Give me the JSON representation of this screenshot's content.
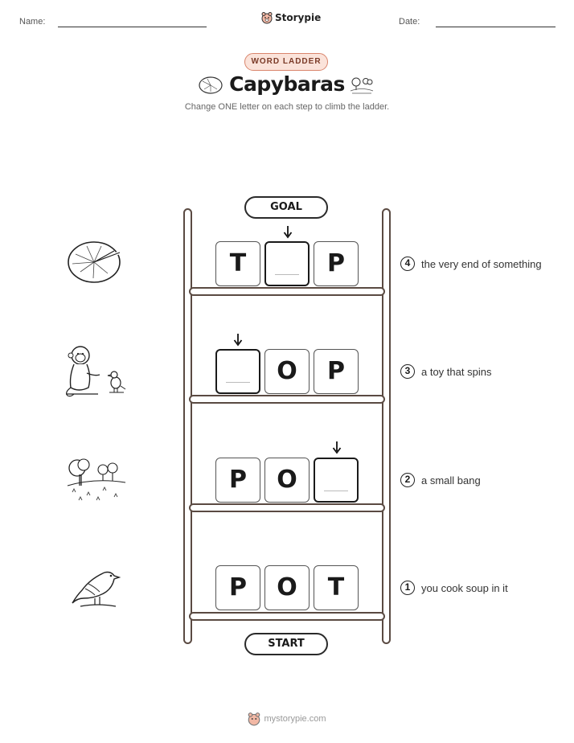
{
  "header": {
    "name_label": "Name:",
    "date_label": "Date:",
    "brand": "Storypie"
  },
  "badge": "WORD LADDER",
  "title": "Capybaras",
  "subtitle": "Change ONE letter on each step to climb the ladder.",
  "goal_label": "GOAL",
  "start_label": "START",
  "rungs": [
    {
      "step": "4",
      "clue": "the very end of something",
      "letters": [
        "T",
        "",
        "P"
      ],
      "picture": "lily-pad-icon"
    },
    {
      "step": "3",
      "clue": "a toy that spins",
      "letters": [
        "",
        "O",
        "P"
      ],
      "picture": "monkey-bird-icon"
    },
    {
      "step": "2",
      "clue": "a small bang",
      "letters": [
        "P",
        "O",
        ""
      ],
      "picture": "park-trees-icon"
    },
    {
      "step": "1",
      "clue": "you cook soup in it",
      "letters": [
        "P",
        "O",
        "T"
      ],
      "picture": "bird-icon"
    }
  ],
  "footer": "mystorypie.com",
  "colors": {
    "badge_border": "#d9856c",
    "badge_fill": "#fbe3da",
    "ladder": "#5a4a42"
  }
}
